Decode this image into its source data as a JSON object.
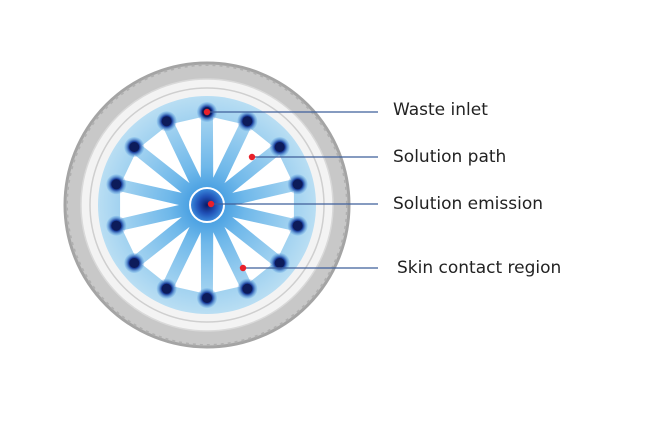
{
  "labels": {
    "waste_inlet": "Waste inlet",
    "solution_path": "Solution path",
    "solution_emission": "Solution emission",
    "skin_contact": "Skin contact region"
  },
  "colors": {
    "outer_ring": "#c9c9c9",
    "outer_ring_edge": "#9e9e9e",
    "inner_ring": "#ededed",
    "blue_disc": "#9fd3ee",
    "blue_disc_center": "#2f8fdc",
    "port_dark": "#0d1b5a",
    "marker_red": "#e8202a",
    "leader_line": "#3f5f9a"
  },
  "icons": {
    "port": "dark-blue-dot",
    "marker": "red-dot",
    "channel": "white-wedge"
  }
}
